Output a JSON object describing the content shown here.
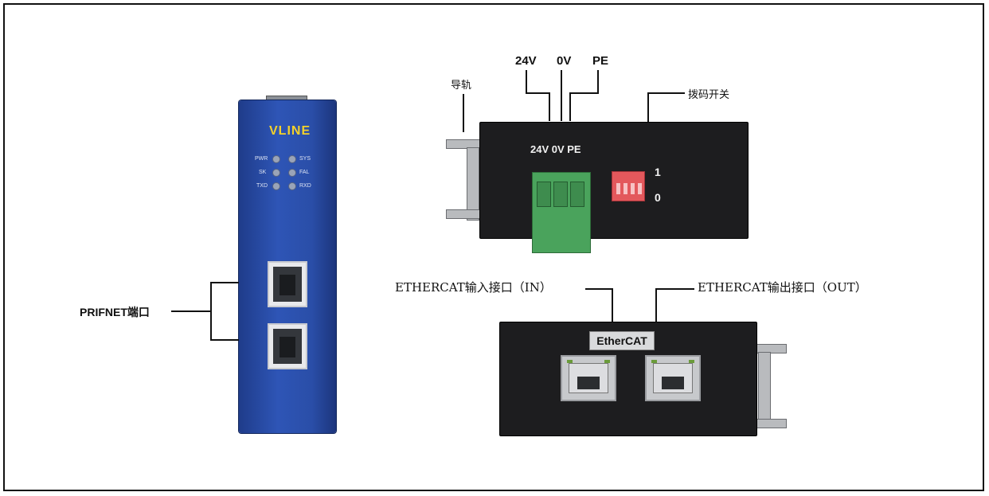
{
  "labels": {
    "rail": "导轨",
    "v24": "24V",
    "v0": "0V",
    "pe": "PE",
    "dip_switch": "拨码开关",
    "terminal_print": "24V 0V PE",
    "dip_1": "1",
    "dip_0": "0",
    "ethercat_in": "ETHERCAT输入接口（IN）",
    "ethercat_out": "ETHERCAT输出接口（OUT）",
    "profinet_port": "PRIFNET端口"
  },
  "module": {
    "brand": "VLINE",
    "leds": [
      {
        "left": "PWR",
        "right": "SYS"
      },
      {
        "left": "SK",
        "right": "FAL"
      },
      {
        "left": "TXD",
        "right": "RXD"
      }
    ]
  },
  "bottom_device": {
    "badge": "EtherCAT"
  },
  "colors": {
    "module_blue": "#2e55b6",
    "brand_yellow": "#f3d12b",
    "terminal_green": "#4aa35c",
    "dip_red": "#e3585c"
  }
}
